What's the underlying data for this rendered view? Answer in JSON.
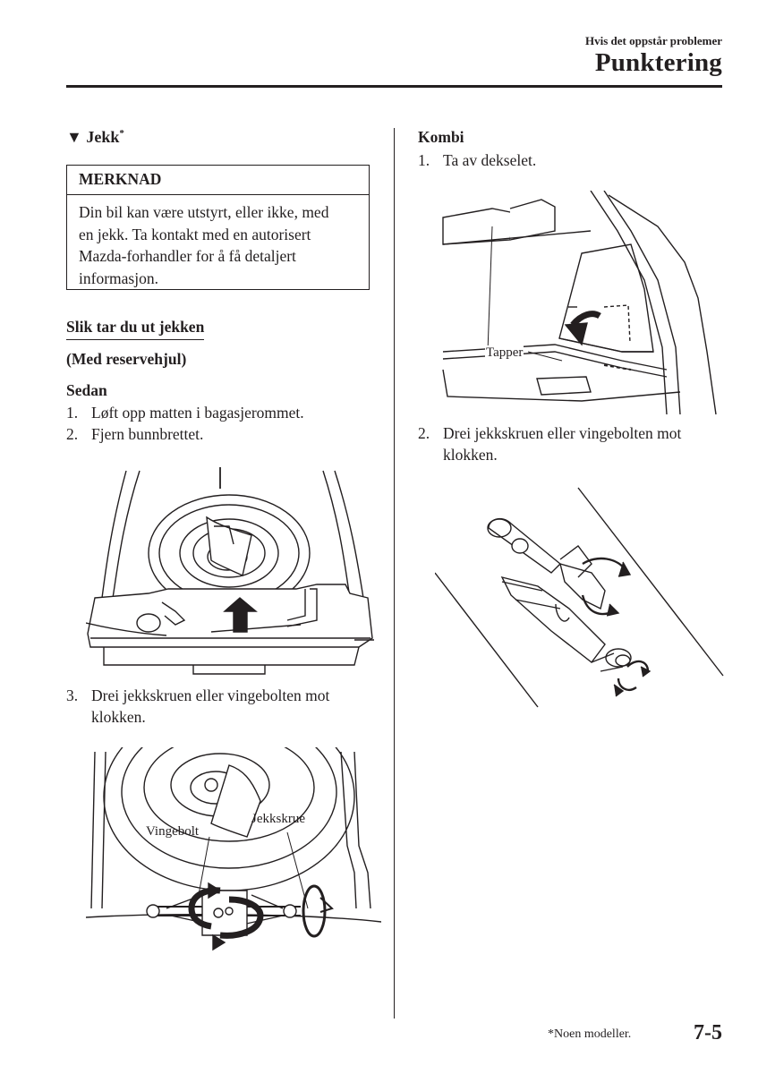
{
  "header": {
    "section": "Hvis det oppstår problemer",
    "title": "Punktering"
  },
  "left": {
    "heading_marker": "▼",
    "heading": "Jekk",
    "heading_sup": "*",
    "note": {
      "title": "MERKNAD",
      "lines": [
        "Din bil kan være utstyrt, eller ikke, med",
        "en jekk. Ta kontakt med en autorisert",
        "Mazda-forhandler for å få detaljert",
        "informasjon."
      ]
    },
    "remove_heading": "Slik tar du ut jekken",
    "spare_heading": "(Med reservehjul)",
    "sedan_heading": "Sedan",
    "steps": [
      {
        "num": "1.",
        "text": "Løft opp matten i bagasjerommet."
      },
      {
        "num": "2.",
        "text": "Fjern bunnbrettet."
      }
    ],
    "step3": {
      "num": "3.",
      "lines": [
        "Drei jekkskruen eller vingebolten mot",
        "klokken."
      ]
    },
    "fig3_labels": {
      "wing_bolt": "Vingebolt",
      "jack_screw": "Jekkskrue"
    }
  },
  "right": {
    "kombi_heading": "Kombi",
    "step1": {
      "num": "1.",
      "text": "Ta av dekselet."
    },
    "fig1_label": "Tapper",
    "step2": {
      "num": "2.",
      "lines": [
        "Drei jekkskruen eller vingebolten mot",
        "klokken."
      ]
    }
  },
  "footer": {
    "footnote": "*Noen modeller.",
    "page": "7-5"
  }
}
